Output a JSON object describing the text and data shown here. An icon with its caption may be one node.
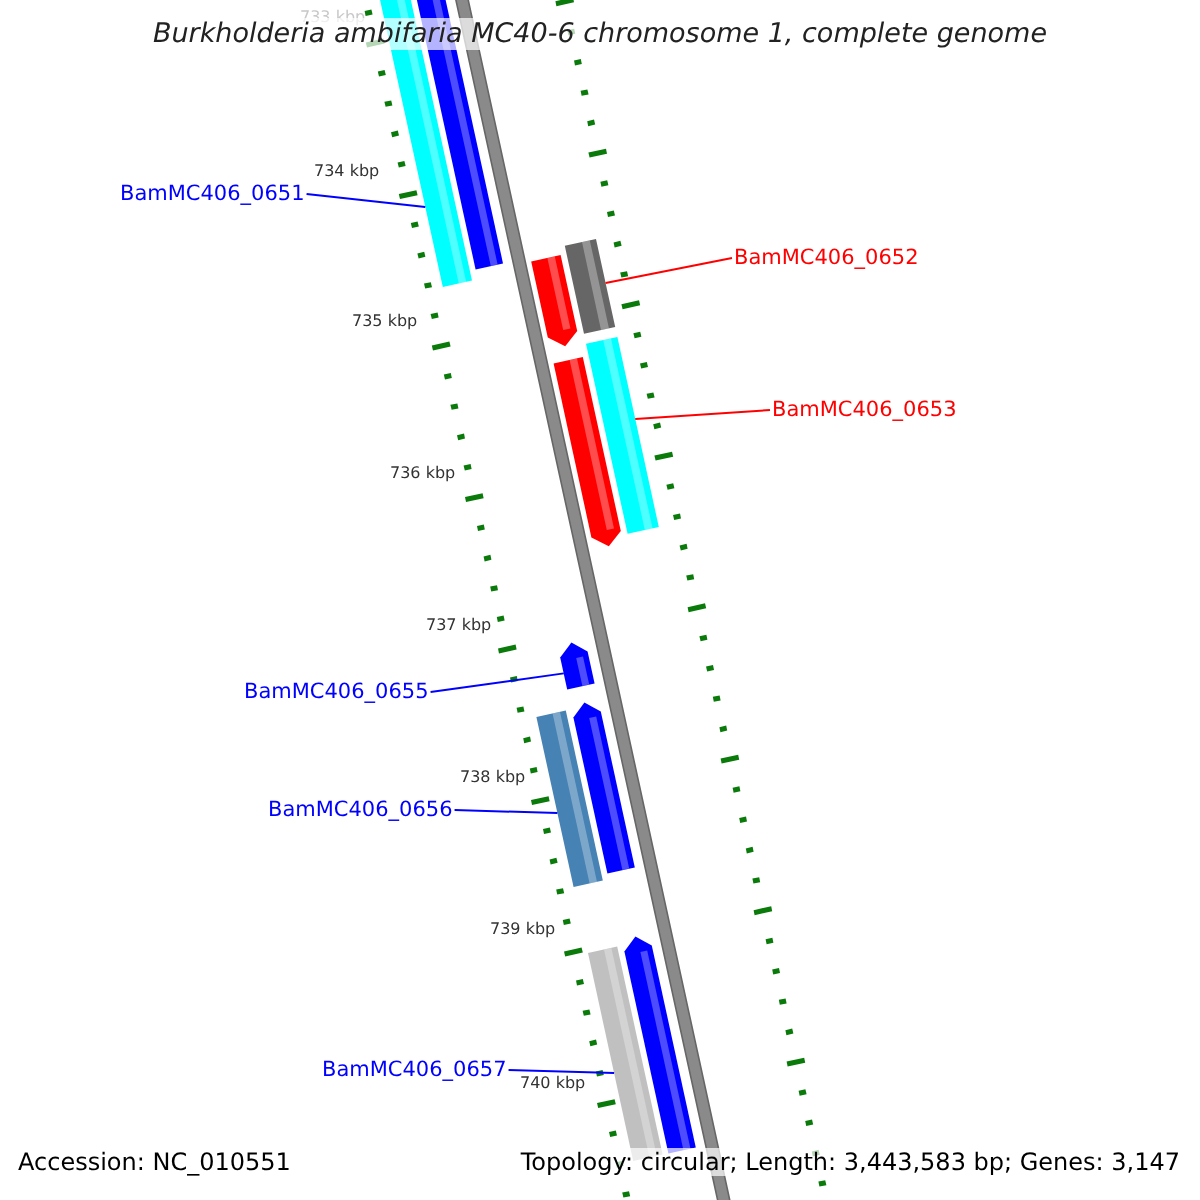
{
  "diagram": {
    "title": "Burkholderia ambifaria MC40-6 chromosome 1, complete genome",
    "nodes": [
      {
        "text": [
          "BamMC406_0651"
        ]
      },
      {
        "text": [],
        "shape": "bar"
      },
      {
        "text": [
          "BamMC406_0652"
        ]
      },
      {
        "text": [],
        "shape": "bar"
      },
      {
        "text": [
          "BamMC406_0653"
        ]
      },
      {
        "text": [],
        "shape": "bar"
      },
      {
        "text": [
          "BamMC406_0655"
        ]
      },
      {
        "text": [],
        "shape": "bar"
      },
      {
        "text": [
          "BamMC406_0656"
        ]
      },
      {
        "text": [],
        "shape": "bar"
      },
      {
        "text": [
          "BamMC406_0657"
        ]
      },
      {
        "text": [],
        "shape": "bar"
      }
    ],
    "edges": [
      {
        "from": 0,
        "to": 1,
        "arrow": "none"
      },
      {
        "from": 2,
        "to": 3,
        "arrow": "none",
        "color": "#ff0000"
      },
      {
        "from": 4,
        "to": 5,
        "arrow": "none",
        "color": "#ff0000"
      },
      {
        "from": 6,
        "to": 7,
        "arrow": "none"
      },
      {
        "from": 8,
        "to": 9,
        "arrow": "none"
      },
      {
        "from": 10,
        "to": 11,
        "arrow": "none"
      }
    ],
    "labels": [
      "733 kbp",
      "734 kbp",
      "735 kbp",
      "736 kbp",
      "737 kbp",
      "738 kbp",
      "739 kbp",
      "740 kbp",
      "Accession: NC_010551",
      "Topology: circular; Length: 3,443,583 bp; Genes: 3,147"
    ]
  }
}
